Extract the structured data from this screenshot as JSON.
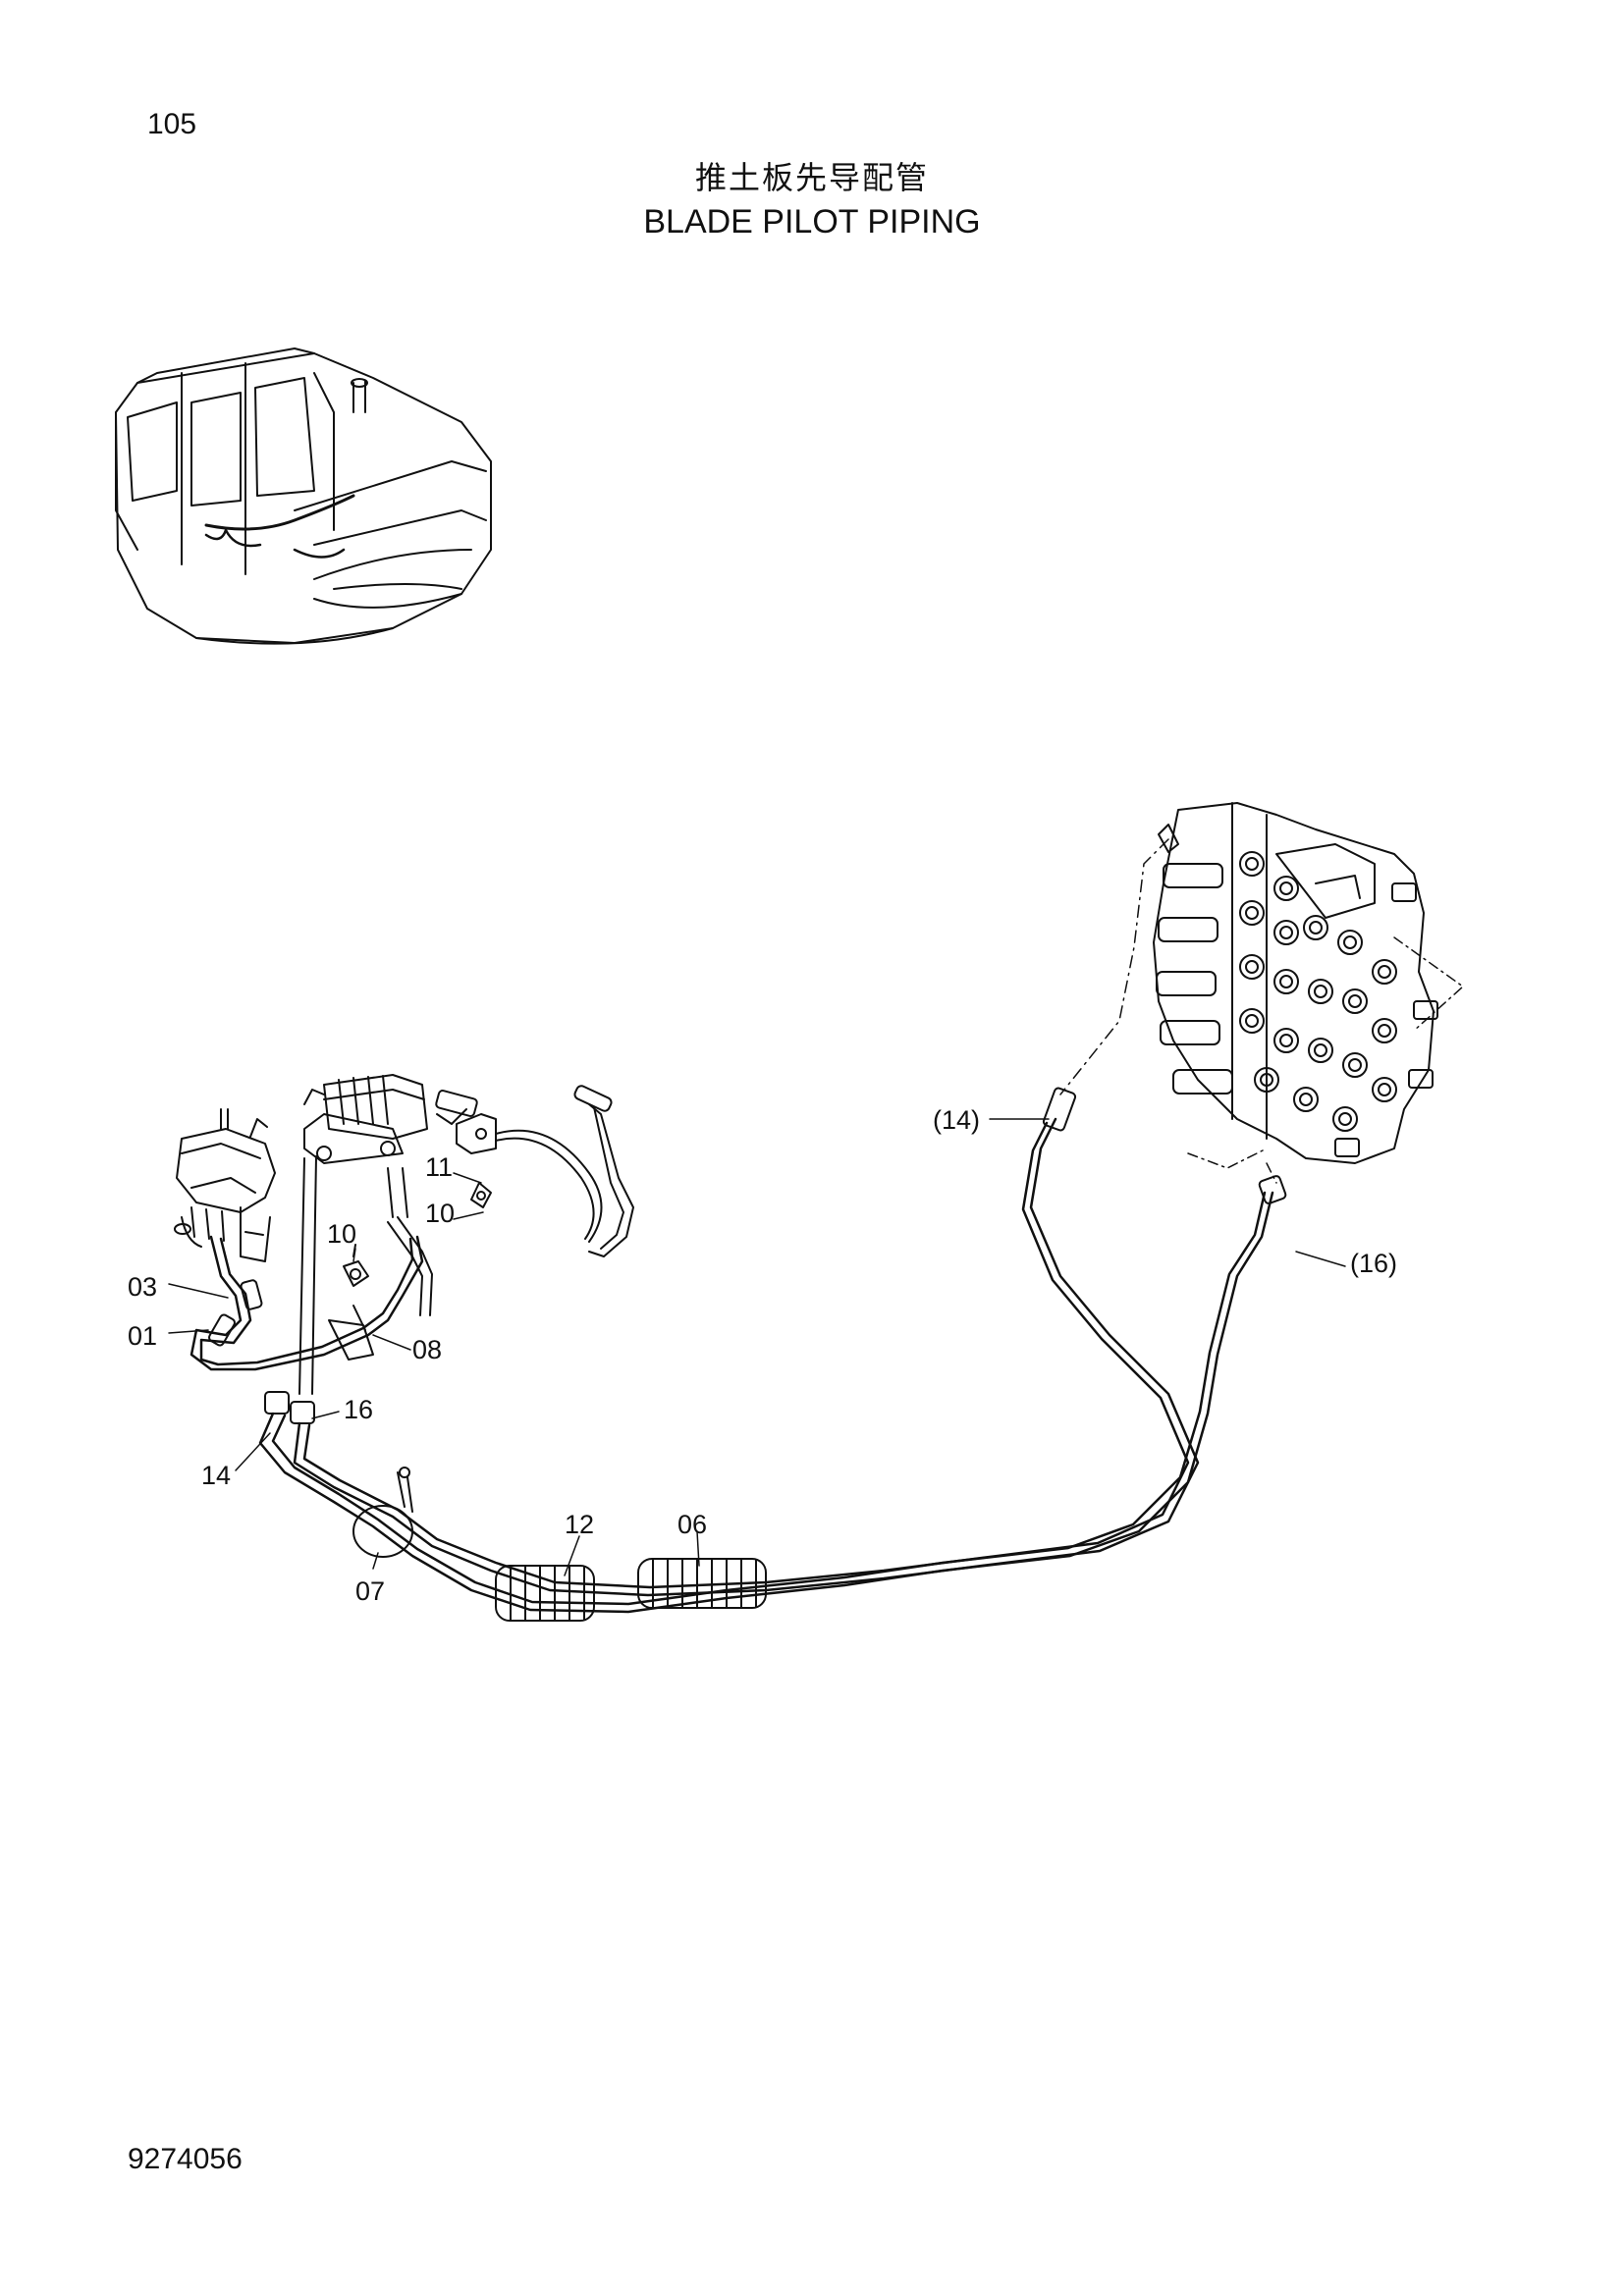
{
  "page_number": "105",
  "title_cn": "推土板先导配管",
  "title_en": "BLADE PILOT PIPING",
  "drawing_number": "9274056",
  "callouts": {
    "c03": "03",
    "c01": "01",
    "c11": "11",
    "c10a": "10",
    "c10b": "10",
    "c08": "08",
    "c16": "16",
    "c14": "14",
    "c07": "07",
    "c12": "12",
    "c06": "06",
    "c14ref": "(14)",
    "c16ref": "(16)"
  },
  "colors": {
    "line": "#111111",
    "background": "#ffffff"
  }
}
